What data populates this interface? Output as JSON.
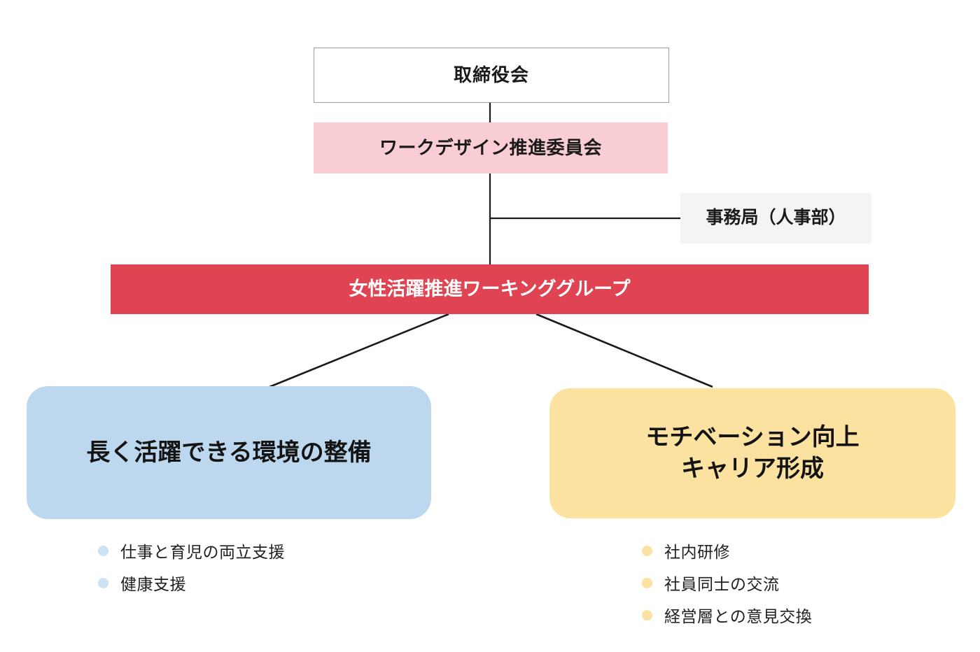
{
  "diagram": {
    "type": "organizational-chart",
    "nodes": {
      "board": {
        "label": "取締役会",
        "fill": "#FFFFFF",
        "border": "#9C9C9C"
      },
      "committee": {
        "label": "ワークデザイン推進委員会",
        "fill": "#F8CDD3"
      },
      "secretariat": {
        "label": "事務局（人事部）",
        "fill": "#F4F4F4"
      },
      "working_group": {
        "label": "女性活躍推進ワーキンググループ",
        "fill": "#E04452",
        "text_color": "#FFFFFF"
      }
    },
    "themes": [
      {
        "id": "environment",
        "label": "長く活躍できる環境の整備",
        "fill": "#BDD7EE",
        "bullet_color": "#CFE2F3",
        "items": [
          "仕事と育児の両立支援",
          "健康支援"
        ]
      },
      {
        "id": "motivation",
        "label_line1": "モチベーション向上",
        "label_line2": "キャリア形成",
        "fill": "#FBE2A0",
        "bullet_color": "#FBE2A0",
        "items": [
          "社内研修",
          "社員同士の交流",
          "経営層との意見交換"
        ]
      }
    ],
    "connector_color": "#1A1A1A"
  }
}
